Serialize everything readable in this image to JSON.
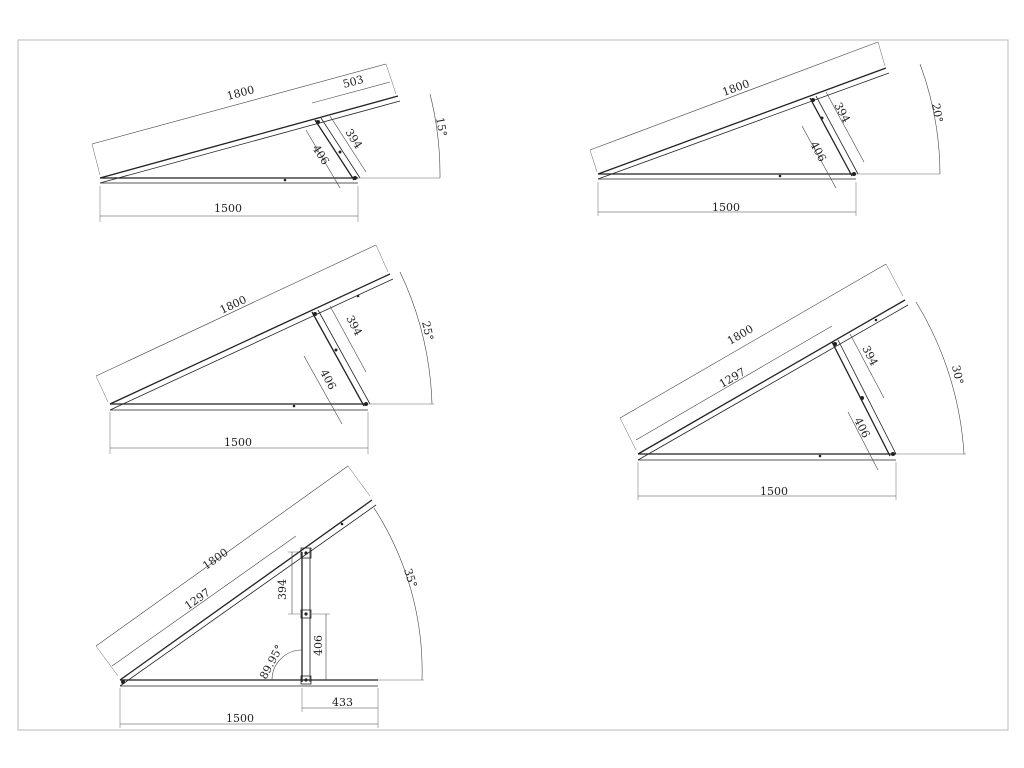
{
  "drawings": [
    {
      "id": "15",
      "labels": {
        "rail_length": "1800",
        "base_length": "1500",
        "top_offset": "503",
        "upper_leg": "394",
        "lower_leg": "406",
        "angle": "15°"
      }
    },
    {
      "id": "20",
      "labels": {
        "rail_length": "1800",
        "base_length": "1500",
        "upper_leg": "394",
        "lower_leg": "406",
        "angle": "20°"
      }
    },
    {
      "id": "25",
      "labels": {
        "rail_length": "1800",
        "base_length": "1500",
        "upper_leg": "394",
        "lower_leg": "406",
        "angle": "25°"
      }
    },
    {
      "id": "30",
      "labels": {
        "rail_length": "1800",
        "base_length": "1500",
        "rail_segment": "1297",
        "upper_leg": "394",
        "lower_leg": "406",
        "angle": "30°"
      }
    },
    {
      "id": "35",
      "labels": {
        "rail_length": "1800",
        "base_length": "1500",
        "rail_segment": "1297",
        "upper_leg": "394",
        "lower_leg": "406",
        "base_extension": "433",
        "angle": "35°",
        "leg_angle": "89.95°"
      }
    }
  ]
}
